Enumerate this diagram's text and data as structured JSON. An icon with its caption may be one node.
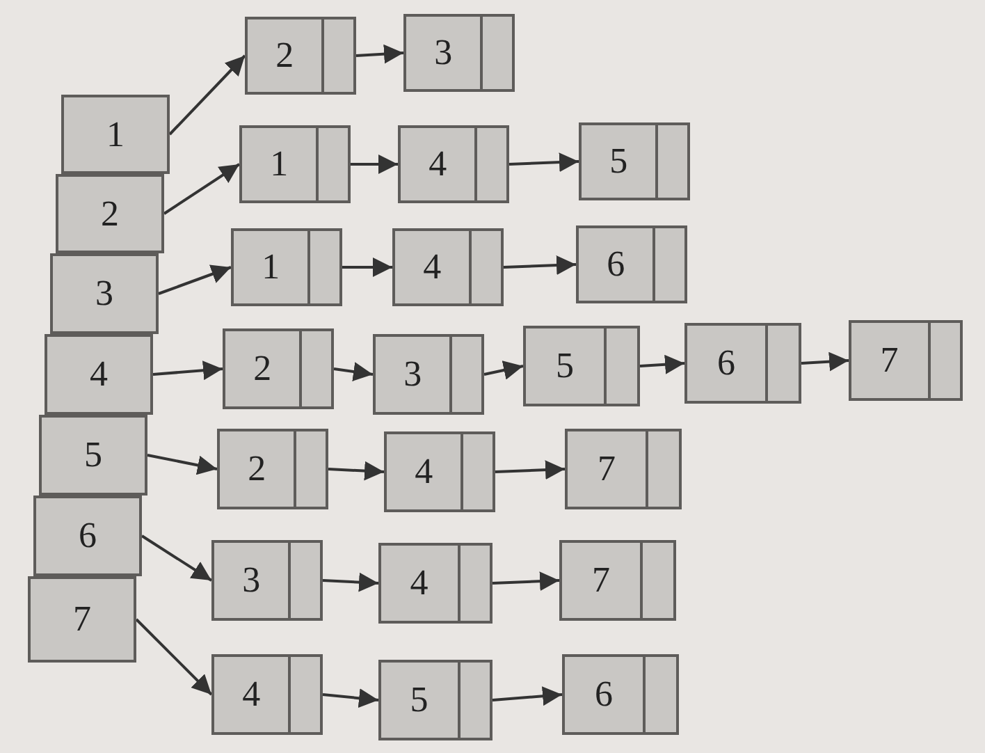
{
  "diagram": {
    "nodes": [
      {
        "text": [
          "1"
        ]
      },
      {
        "text": [
          "2"
        ]
      },
      {
        "text": [
          "3"
        ]
      },
      {
        "text": [
          "4"
        ]
      },
      {
        "text": [
          "5"
        ]
      },
      {
        "text": [
          "6"
        ]
      },
      {
        "text": [
          "7"
        ]
      },
      {
        "text": [
          "2"
        ]
      },
      {
        "text": [
          "3"
        ]
      },
      {
        "text": [
          "1"
        ]
      },
      {
        "text": [
          "4"
        ]
      },
      {
        "text": [
          "5"
        ]
      },
      {
        "text": [
          "1"
        ]
      },
      {
        "text": [
          "4"
        ]
      },
      {
        "text": [
          "6"
        ]
      },
      {
        "text": [
          "2"
        ]
      },
      {
        "text": [
          "3"
        ]
      },
      {
        "text": [
          "5"
        ]
      },
      {
        "text": [
          "6"
        ]
      },
      {
        "text": [
          "7"
        ]
      },
      {
        "text": [
          "2"
        ]
      },
      {
        "text": [
          "4"
        ]
      },
      {
        "text": [
          "7"
        ]
      },
      {
        "text": [
          "3"
        ]
      },
      {
        "text": [
          "4"
        ]
      },
      {
        "text": [
          "7"
        ]
      },
      {
        "text": [
          "4"
        ]
      },
      {
        "text": [
          "5"
        ]
      },
      {
        "text": [
          "6"
        ]
      }
    ],
    "edges": [
      {
        "from": 0,
        "to": 7,
        "arrow": "to"
      },
      {
        "from": 7,
        "to": 8,
        "arrow": "to"
      },
      {
        "from": 1,
        "to": 9,
        "arrow": "to"
      },
      {
        "from": 9,
        "to": 10,
        "arrow": "to"
      },
      {
        "from": 10,
        "to": 11,
        "arrow": "to"
      },
      {
        "from": 2,
        "to": 12,
        "arrow": "to"
      },
      {
        "from": 12,
        "to": 13,
        "arrow": "to"
      },
      {
        "from": 13,
        "to": 14,
        "arrow": "to"
      },
      {
        "from": 3,
        "to": 15,
        "arrow": "to"
      },
      {
        "from": 15,
        "to": 16,
        "arrow": "to"
      },
      {
        "from": 16,
        "to": 17,
        "arrow": "to"
      },
      {
        "from": 17,
        "to": 18,
        "arrow": "to"
      },
      {
        "from": 18,
        "to": 19,
        "arrow": "to"
      },
      {
        "from": 4,
        "to": 20,
        "arrow": "to"
      },
      {
        "from": 20,
        "to": 21,
        "arrow": "to"
      },
      {
        "from": 21,
        "to": 22,
        "arrow": "to"
      },
      {
        "from": 5,
        "to": 23,
        "arrow": "to"
      },
      {
        "from": 23,
        "to": 24,
        "arrow": "to"
      },
      {
        "from": 24,
        "to": 25,
        "arrow": "to"
      },
      {
        "from": 6,
        "to": 26,
        "arrow": "to"
      },
      {
        "from": 26,
        "to": 27,
        "arrow": "to"
      },
      {
        "from": 27,
        "to": 28,
        "arrow": "to"
      }
    ]
  }
}
